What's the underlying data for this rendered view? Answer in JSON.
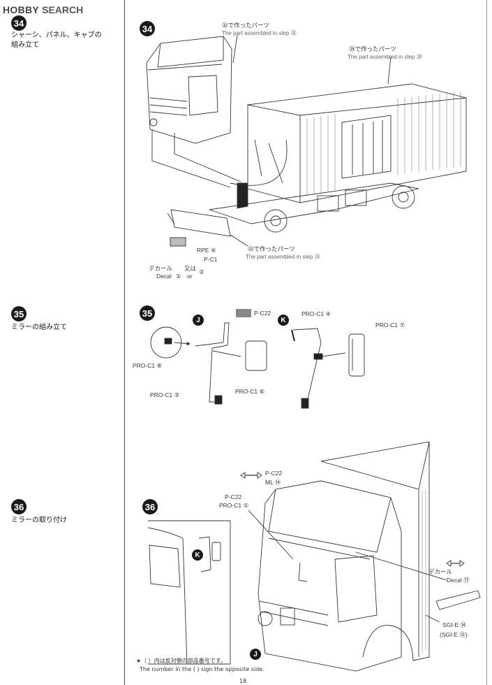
{
  "header": {
    "logo_part1": "HOBBY",
    "logo_part2": "SEARCH"
  },
  "steps": [
    {
      "number": "34",
      "title_line1": "シャーシ、パネル、キャブの",
      "title_line2": "組み立て"
    },
    {
      "number": "35",
      "title_line1": "ミラーの組み立て"
    },
    {
      "number": "36",
      "title_line1": "ミラーの取り付け"
    }
  ],
  "step34": {
    "callout_32_jp": "㉜で作ったパーツ",
    "callout_32_en": "The part assembled in step ㉜",
    "callout_29_jp": "㉙で作ったパーツ",
    "callout_29_en": "The part assembled in step ㉙",
    "callout_33_jp": "㉝で作ったパーツ",
    "callout_33_en": "The part assembled in step ㉝",
    "rpe": "RPE ④",
    "pc1": "P-C1",
    "decal_jp": "デカール",
    "decal_en": "Decal",
    "decal_num1": "①",
    "mata_wa": "又は",
    "or": "or",
    "decal_num2": "②"
  },
  "step35": {
    "letter_j": "J",
    "letter_k": "K",
    "pc22": "P-C22",
    "proc1_4": "PRO-C1 ④",
    "proc1_7": "PRO-C1 ⑦",
    "proc1_8": "PRO-C1 ⑧",
    "proc1_3": "PRO-C1 ③",
    "proc1_6": "PRO-C1 ⑥"
  },
  "step36": {
    "pc22_top": "P-C22",
    "ml14": "ML ⑭",
    "pc22_left": "P-C22",
    "proc1_1": "PRO-C1 ①",
    "letter_k": "K",
    "letter_j": "J",
    "decal_jp": "デカール",
    "decal_en": "Decal ⑰",
    "sgie14": "SGI-E ⑭",
    "sgie15": "(SGI-E ⑮)"
  },
  "footer": {
    "note_jp": "★（ ）内は反対側の部品番号です。",
    "note_en": "The number in the ( ) sign the opposite side.",
    "page": "18"
  }
}
